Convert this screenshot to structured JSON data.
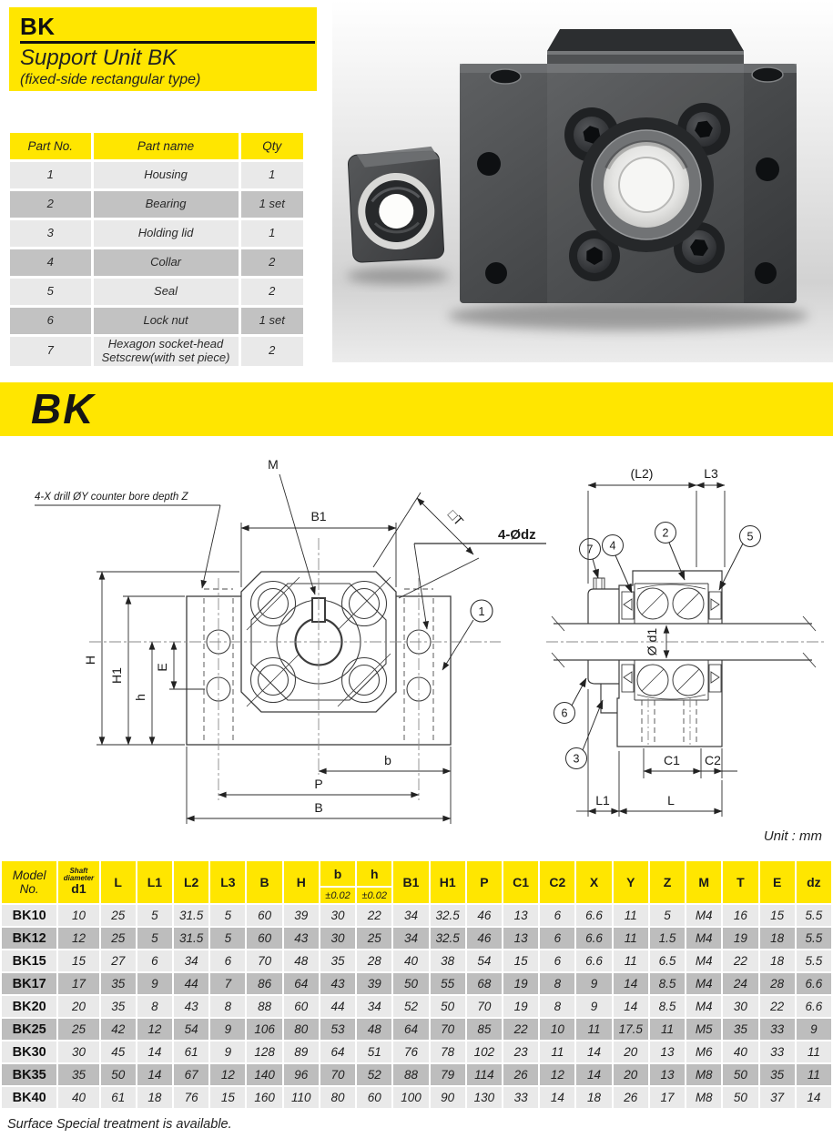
{
  "header": {
    "code": "BK",
    "title": "Support Unit BK",
    "subtitle": "(fixed-side rectangular type)"
  },
  "banner": {
    "code": "BK"
  },
  "parts_table": {
    "headers": {
      "no": "Part No.",
      "name": "Part name",
      "qty": "Qty"
    },
    "rows": [
      {
        "no": "1",
        "name": "Housing",
        "qty": "1"
      },
      {
        "no": "2",
        "name": "Bearing",
        "qty": "1 set"
      },
      {
        "no": "3",
        "name": "Holding lid",
        "qty": "1"
      },
      {
        "no": "4",
        "name": "Collar",
        "qty": "2"
      },
      {
        "no": "5",
        "name": "Seal",
        "qty": "2"
      },
      {
        "no": "6",
        "name": "Lock nut",
        "qty": "1 set"
      },
      {
        "no": "7",
        "name": "Hexagon socket-head Setscrew(with set piece)",
        "qty": "2"
      }
    ]
  },
  "drawing": {
    "front": {
      "note": "4-X drill ØY counter bore depth Z",
      "labels": {
        "m": "M",
        "b1": "B1",
        "t": "□T",
        "dz": "4-Ødz",
        "H": "H",
        "H1": "H1",
        "h": "h",
        "E": "E",
        "b": "b",
        "P": "P",
        "B": "B",
        "callout1": "1"
      }
    },
    "side": {
      "labels": {
        "l2": "(L2)",
        "l3": "L3",
        "d1": "Ø d1",
        "c1": "C1",
        "c2": "C2",
        "l1": "L1",
        "l": "L",
        "n2": "2",
        "n3": "3",
        "n4": "4",
        "n5": "5",
        "n6": "6",
        "n7": "7"
      }
    }
  },
  "unit_note": "Unit : mm",
  "spec_table": {
    "col_headers": [
      "Model No.",
      "d1",
      "L",
      "L1",
      "L2",
      "L3",
      "B",
      "H",
      "b",
      "h",
      "B1",
      "H1",
      "P",
      "C1",
      "C2",
      "X",
      "Y",
      "Z",
      "M",
      "T",
      "E",
      "dz"
    ],
    "d1_note": "Shaft diameter",
    "tolerance": "±0.02",
    "rows": [
      {
        "model": "BK10",
        "values": [
          "10",
          "25",
          "5",
          "31.5",
          "5",
          "60",
          "39",
          "30",
          "22",
          "34",
          "32.5",
          "46",
          "13",
          "6",
          "6.6",
          "11",
          "5",
          "M4",
          "16",
          "15",
          "5.5"
        ]
      },
      {
        "model": "BK12",
        "values": [
          "12",
          "25",
          "5",
          "31.5",
          "5",
          "60",
          "43",
          "30",
          "25",
          "34",
          "32.5",
          "46",
          "13",
          "6",
          "6.6",
          "11",
          "1.5",
          "M4",
          "19",
          "18",
          "5.5"
        ]
      },
      {
        "model": "BK15",
        "values": [
          "15",
          "27",
          "6",
          "34",
          "6",
          "70",
          "48",
          "35",
          "28",
          "40",
          "38",
          "54",
          "15",
          "6",
          "6.6",
          "11",
          "6.5",
          "M4",
          "22",
          "18",
          "5.5"
        ]
      },
      {
        "model": "BK17",
        "values": [
          "17",
          "35",
          "9",
          "44",
          "7",
          "86",
          "64",
          "43",
          "39",
          "50",
          "55",
          "68",
          "19",
          "8",
          "9",
          "14",
          "8.5",
          "M4",
          "24",
          "28",
          "6.6"
        ]
      },
      {
        "model": "BK20",
        "values": [
          "20",
          "35",
          "8",
          "43",
          "8",
          "88",
          "60",
          "44",
          "34",
          "52",
          "50",
          "70",
          "19",
          "8",
          "9",
          "14",
          "8.5",
          "M4",
          "30",
          "22",
          "6.6"
        ]
      },
      {
        "model": "BK25",
        "values": [
          "25",
          "42",
          "12",
          "54",
          "9",
          "106",
          "80",
          "53",
          "48",
          "64",
          "70",
          "85",
          "22",
          "10",
          "11",
          "17.5",
          "11",
          "M5",
          "35",
          "33",
          "9"
        ]
      },
      {
        "model": "BK30",
        "values": [
          "30",
          "45",
          "14",
          "61",
          "9",
          "128",
          "89",
          "64",
          "51",
          "76",
          "78",
          "102",
          "23",
          "11",
          "14",
          "20",
          "13",
          "M6",
          "40",
          "33",
          "11"
        ]
      },
      {
        "model": "BK35",
        "values": [
          "35",
          "50",
          "14",
          "67",
          "12",
          "140",
          "96",
          "70",
          "52",
          "88",
          "79",
          "114",
          "26",
          "12",
          "14",
          "20",
          "13",
          "M8",
          "50",
          "35",
          "11"
        ]
      },
      {
        "model": "BK40",
        "values": [
          "40",
          "61",
          "18",
          "76",
          "15",
          "160",
          "110",
          "80",
          "60",
          "100",
          "90",
          "130",
          "33",
          "14",
          "18",
          "26",
          "17",
          "M8",
          "50",
          "37",
          "14"
        ]
      }
    ]
  },
  "footer_note": "Surface Special treatment is available.",
  "colors": {
    "accent_yellow": "#FFE600",
    "row_light": "#E9E9E9",
    "row_dark": "#BDBDBD"
  }
}
